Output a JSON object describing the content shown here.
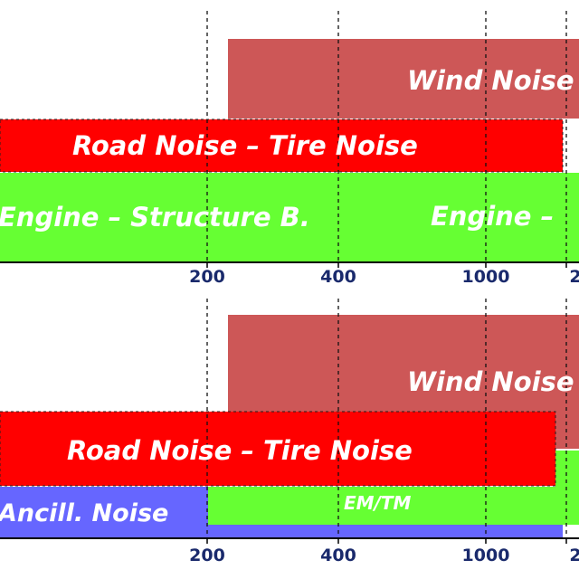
{
  "chart_data": [
    {
      "type": "range-bar",
      "x_ticks": [
        "200",
        "400",
        "1000",
        "2"
      ],
      "bands": [
        {
          "label": "Wind Noise",
          "color": "#cd5757"
        },
        {
          "label": "Road Noise  – Tire Noise",
          "color": "#ff0000"
        },
        {
          "label": "Engine – Structure B.",
          "color": "#66ff33"
        },
        {
          "label": "Engine –",
          "color": "#66ff33"
        }
      ]
    },
    {
      "type": "range-bar",
      "x_ticks": [
        "200",
        "400",
        "1000",
        "2"
      ],
      "bands": [
        {
          "label": "Wind Noise",
          "color": "#cd5757"
        },
        {
          "label": "Road Noise  – Tire Noise",
          "color": "#ff0000"
        },
        {
          "label": "Ancill. Noise",
          "color": "#6666ff"
        },
        {
          "label": "EM/TM",
          "color": "#66ff33"
        }
      ]
    }
  ]
}
